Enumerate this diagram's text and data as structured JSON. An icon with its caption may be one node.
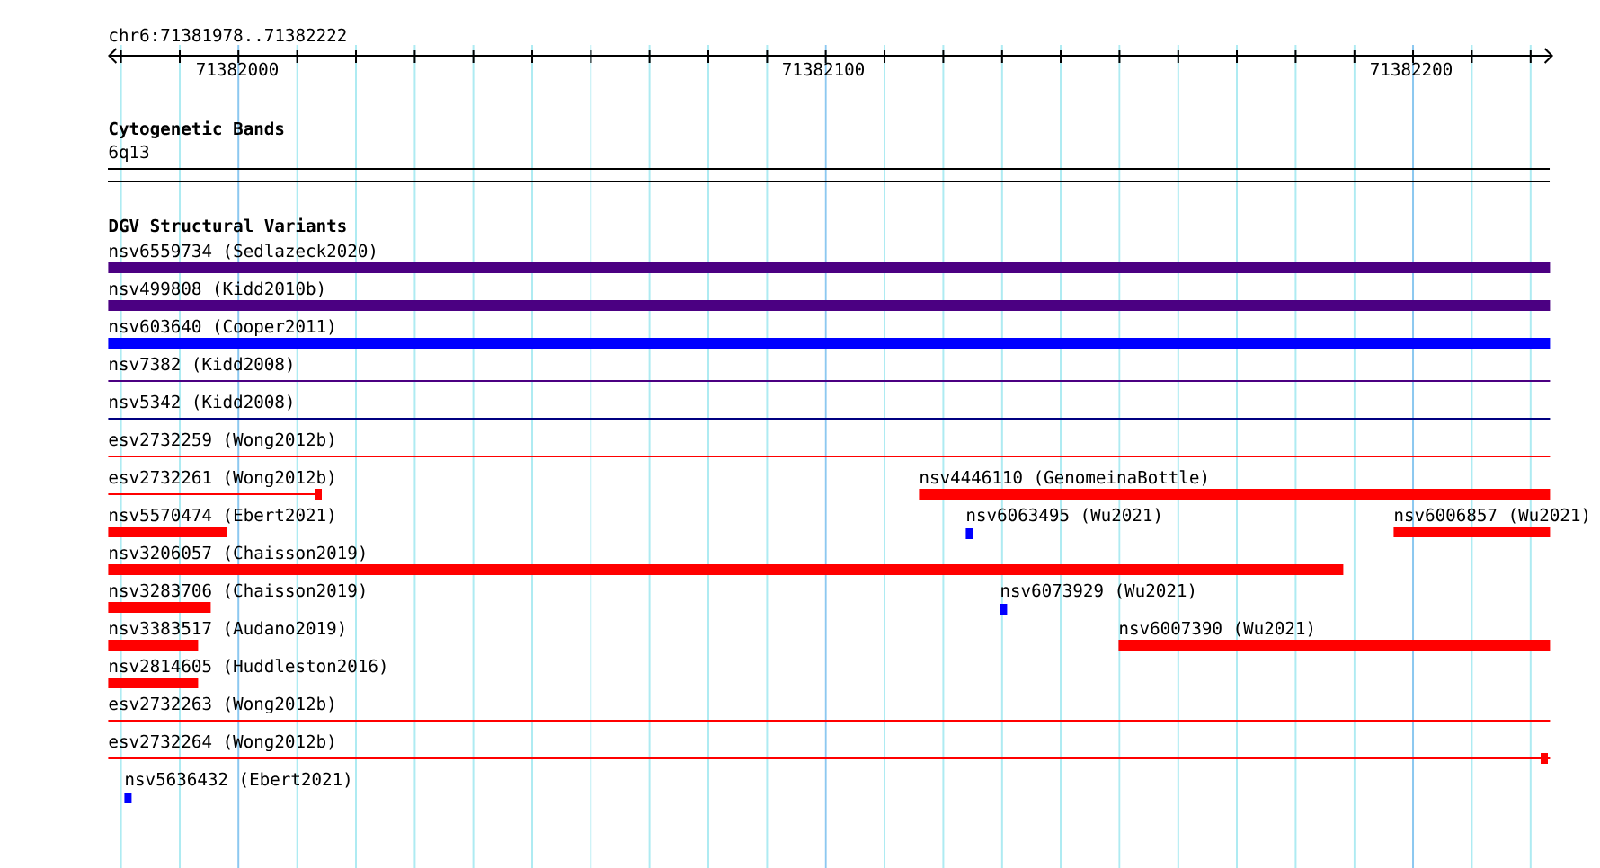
{
  "diagram": {
    "nodes": [
      {
        "text": [],
        "shape": "bar",
        "beside": [
          "nsv6559734 (Sedlazeck2020)"
        ]
      },
      {
        "text": [],
        "shape": "bar",
        "beside": [
          "nsv499808 (Kidd2010b)"
        ]
      },
      {
        "text": [],
        "shape": "bar",
        "beside": [
          "nsv603640 (Cooper2011)"
        ]
      },
      {
        "text": [],
        "shape": "bar",
        "beside": [
          "nsv7382 (Kidd2008)"
        ]
      },
      {
        "text": [],
        "shape": "bar",
        "beside": [
          "nsv5342 (Kidd2008)"
        ]
      },
      {
        "text": [],
        "shape": "bar",
        "beside": [
          "esv2732259 (Wong2012b)"
        ]
      },
      {
        "text": [],
        "shape": "bar",
        "beside": [
          "esv2732261 (Wong2012b)"
        ]
      },
      {
        "text": [],
        "shape": "bar",
        "beside": [
          "nsv4446110 (GenomeinaBottle)"
        ]
      },
      {
        "text": [],
        "shape": "bar",
        "beside": [
          "nsv5570474 (Ebert2021)"
        ]
      },
      {
        "text": [],
        "shape": "bar",
        "beside": [
          "nsv6063495 (Wu2021)"
        ]
      },
      {
        "text": [],
        "shape": "bar",
        "beside": [
          "nsv6006857 (Wu2021)"
        ]
      },
      {
        "text": [],
        "shape": "bar",
        "beside": [
          "nsv3206057 (Chaisson2019)"
        ]
      },
      {
        "text": [],
        "shape": "bar",
        "beside": [
          "nsv3283706 (Chaisson2019)"
        ]
      },
      {
        "text": [],
        "shape": "bar",
        "beside": [
          "nsv6073929 (Wu2021)"
        ]
      },
      {
        "text": [],
        "shape": "bar",
        "beside": [
          "nsv3383517 (Audano2019)"
        ]
      },
      {
        "text": [],
        "shape": "bar",
        "beside": [
          "nsv6007390 (Wu2021)"
        ]
      },
      {
        "text": [],
        "shape": "bar",
        "beside": [
          "nsv2814605 (Huddleston2016)"
        ]
      },
      {
        "text": [],
        "shape": "bar",
        "beside": [
          "esv2732263 (Wong2012b)"
        ]
      },
      {
        "text": [],
        "shape": "bar",
        "beside": [
          "esv2732264 (Wong2012b)"
        ]
      },
      {
        "text": [],
        "shape": "bar",
        "beside": [
          "nsv5636432 (Ebert2021)"
        ]
      }
    ],
    "labels": [
      "chr6:71381978..71382222",
      "71382000",
      "71382100",
      "71382200",
      "Cytogenetic Bands",
      "6q13",
      "DGV Structural Variants"
    ]
  }
}
